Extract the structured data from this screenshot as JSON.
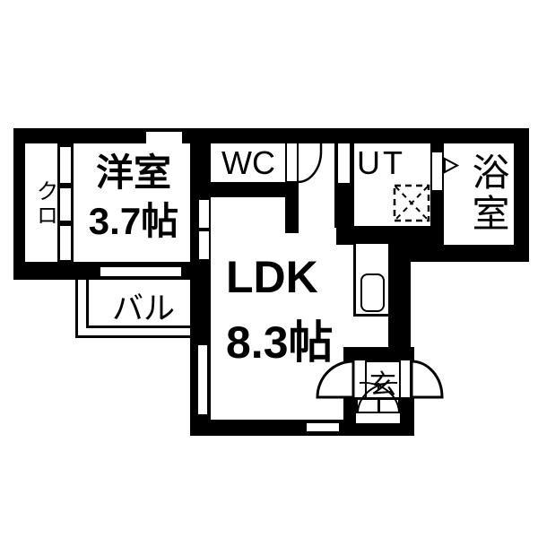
{
  "plan_title": "apartment-floor-plan",
  "rooms": {
    "closet": {
      "label": "クロ"
    },
    "western": {
      "label": "洋室",
      "size": "3.7帖"
    },
    "wc": {
      "label": "WC"
    },
    "utility": {
      "label": "UT"
    },
    "bathroom": {
      "label": "浴室"
    },
    "ldk": {
      "label": "LDK",
      "size": "8.3帖"
    },
    "balcony": {
      "label": "バル"
    },
    "entrance": {
      "label": "玄"
    }
  },
  "symbols": {
    "wc_door": "swing-door",
    "ut_door": "opening",
    "bath_door": "folding-door-triangle",
    "washer": "washing-machine-pad",
    "kitchen": "counter-with-sink",
    "entrance_doors": "double-swing-arcs"
  },
  "colors": {
    "wall": "#000000",
    "floor": "#ffffff"
  }
}
